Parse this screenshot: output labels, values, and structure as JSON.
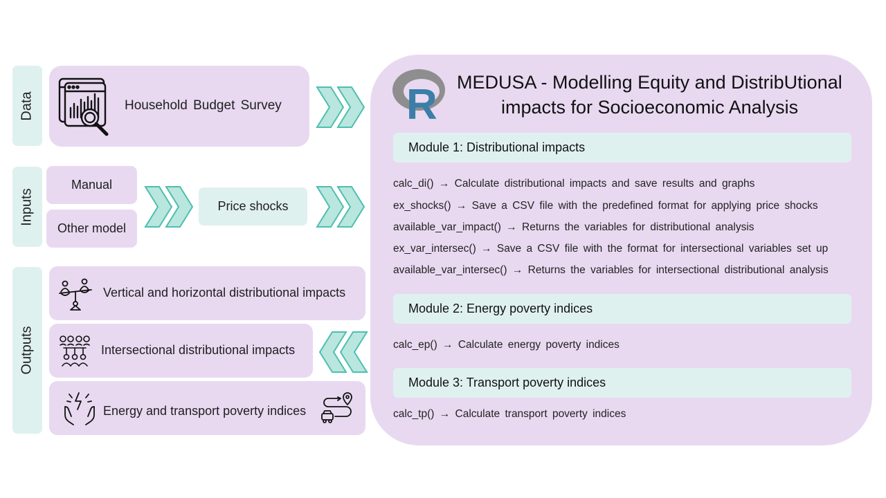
{
  "sections": {
    "data": "Data",
    "inputs": "Inputs",
    "outputs": "Outputs"
  },
  "data_box": {
    "label": "Household  Budget  Survey"
  },
  "inputs": {
    "manual": "Manual",
    "other_model": "Other model",
    "price_shocks": "Price shocks"
  },
  "outputs": {
    "vertical": "Vertical and horizontal distributional impacts",
    "intersectional": "Intersectional distributional impacts",
    "poverty": "Energy and transport poverty indices"
  },
  "main": {
    "logo_letter": "R",
    "title_line1": "MEDUSA - Modelling Equity and DistribUtional",
    "title_line2": "impacts for Socioeconomic Analysis",
    "modules": [
      {
        "title": "Module 1: Distributional impacts",
        "functions": [
          "calc_di() → Calculate  distributional  impacts  and  save  results  and  graphs",
          "ex_shocks()  → Save  a  CSV  file  with  the  predefined  format  for  applying  price  shocks",
          "available_var_impact()  → Returns  the  variables  for  distributional  analysis",
          "ex_var_intersec()  → Save  a  CSV  file  with  the  format  for  intersectional  variables  set  up",
          "available_var_intersec()  → Returns  the  variables  for  intersectional  distributional  analysis"
        ]
      },
      {
        "title": "Module 2: Energy poverty indices",
        "functions": [
          "calc_ep()  → Calculate  energy  poverty  indices"
        ]
      },
      {
        "title": "Module 3: Transport poverty indices",
        "functions": [
          "calc_tp()  → Calculate  transport  poverty  indices"
        ]
      }
    ]
  },
  "colors": {
    "lavender": "#e8d9f1",
    "mint": "#dff1ef",
    "chevron_fill": "#b9e6df",
    "chevron_stroke": "#4dbfae",
    "r_blue": "#3b7ea8",
    "r_gray": "#8e8e8e"
  },
  "icons": [
    "data-analysis-icon",
    "chevron-right-icon",
    "chevron-left-icon",
    "balance-scale-people-icon",
    "people-group-icon",
    "hands-energy-icon",
    "route-pin-icon",
    "r-logo-icon"
  ]
}
